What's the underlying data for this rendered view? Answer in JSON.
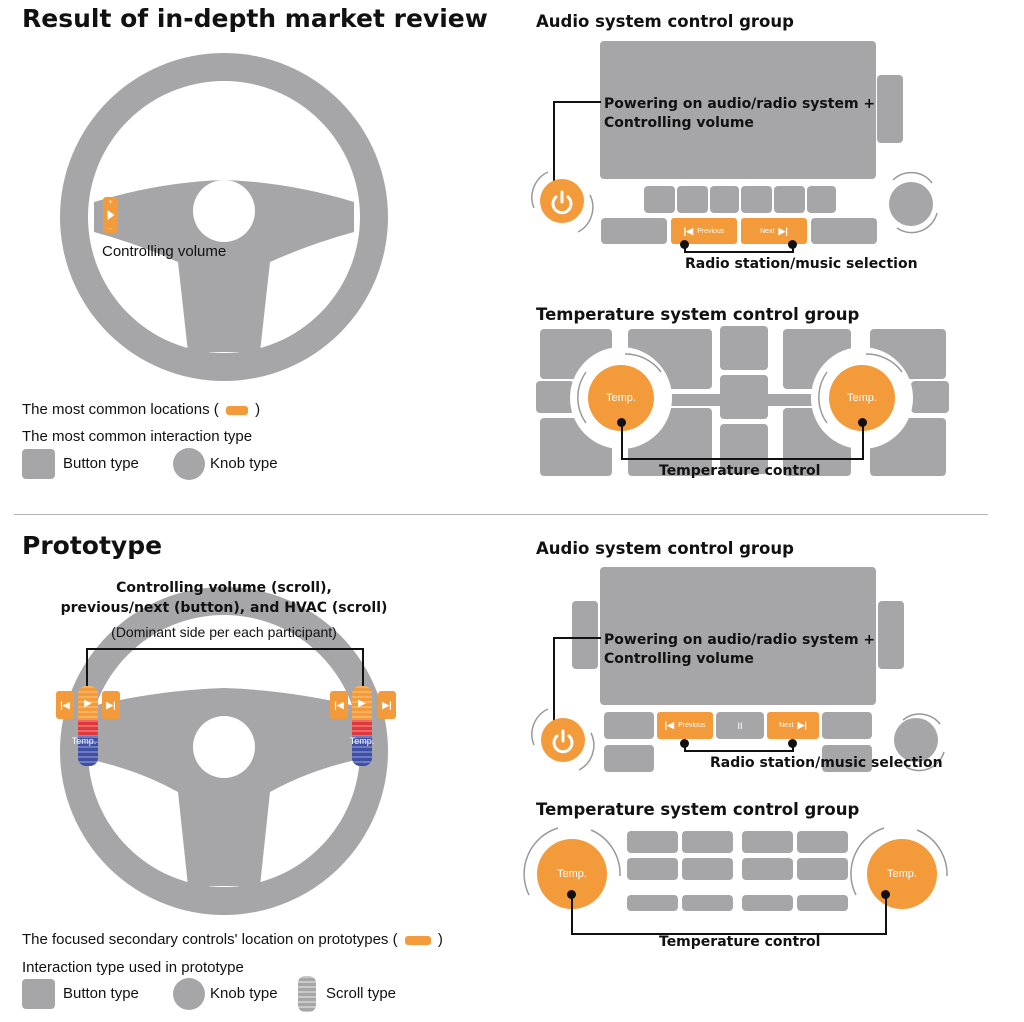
{
  "top": {
    "title": "Result of in-depth market review",
    "wheel_label": "Controlling volume",
    "legend": {
      "common_locations": "The most common locations (",
      "common_locations_close": ")",
      "interaction_type": "The most common interaction type",
      "button_type": "Button type",
      "knob_type": "Knob type"
    },
    "audio": {
      "title": "Audio system control group",
      "power_label_line1": "Powering on audio/radio system +",
      "power_label_line2": "Controlling volume",
      "previous": "Previous",
      "next": "Next",
      "radio_label": "Radio station/music selection"
    },
    "temperature": {
      "title": "Temperature system control group",
      "left_knob": "Temp.",
      "right_knob": "Temp.",
      "label": "Temperature control"
    }
  },
  "bottom": {
    "title": "Prototype",
    "wheel_caption_line1": "Controlling volume (scroll),",
    "wheel_caption_line2": "previous/next (button), and HVAC (scroll)",
    "wheel_caption_line3": "(Dominant side per each participant)",
    "left_scroll_label": "Temp.",
    "right_scroll_label": "Temp.",
    "legend": {
      "focused_locations": "The focused secondary controls' location on prototypes (",
      "focused_locations_close": ")",
      "interaction_type": "Interaction type used in prototype",
      "button_type": "Button type",
      "knob_type": "Knob type",
      "scroll_type": "Scroll type"
    },
    "audio": {
      "title": "Audio system control group",
      "power_label_line1": "Powering on audio/radio system +",
      "power_label_line2": "Controlling volume",
      "previous": "Previous",
      "pause": "II",
      "next": "Next",
      "radio_label": "Radio station/music selection"
    },
    "temperature": {
      "title": "Temperature system control group",
      "left_knob": "Temp.",
      "right_knob": "Temp.",
      "label": "Temperature control"
    }
  },
  "colors": {
    "accent": "#f39a3a",
    "control_gray": "#a6a6a8",
    "wheel_gray": "#a6a6a8",
    "scroll_red": "#e0393b",
    "scroll_blue": "#3f4fa6",
    "divider": "#b3b3b3"
  }
}
